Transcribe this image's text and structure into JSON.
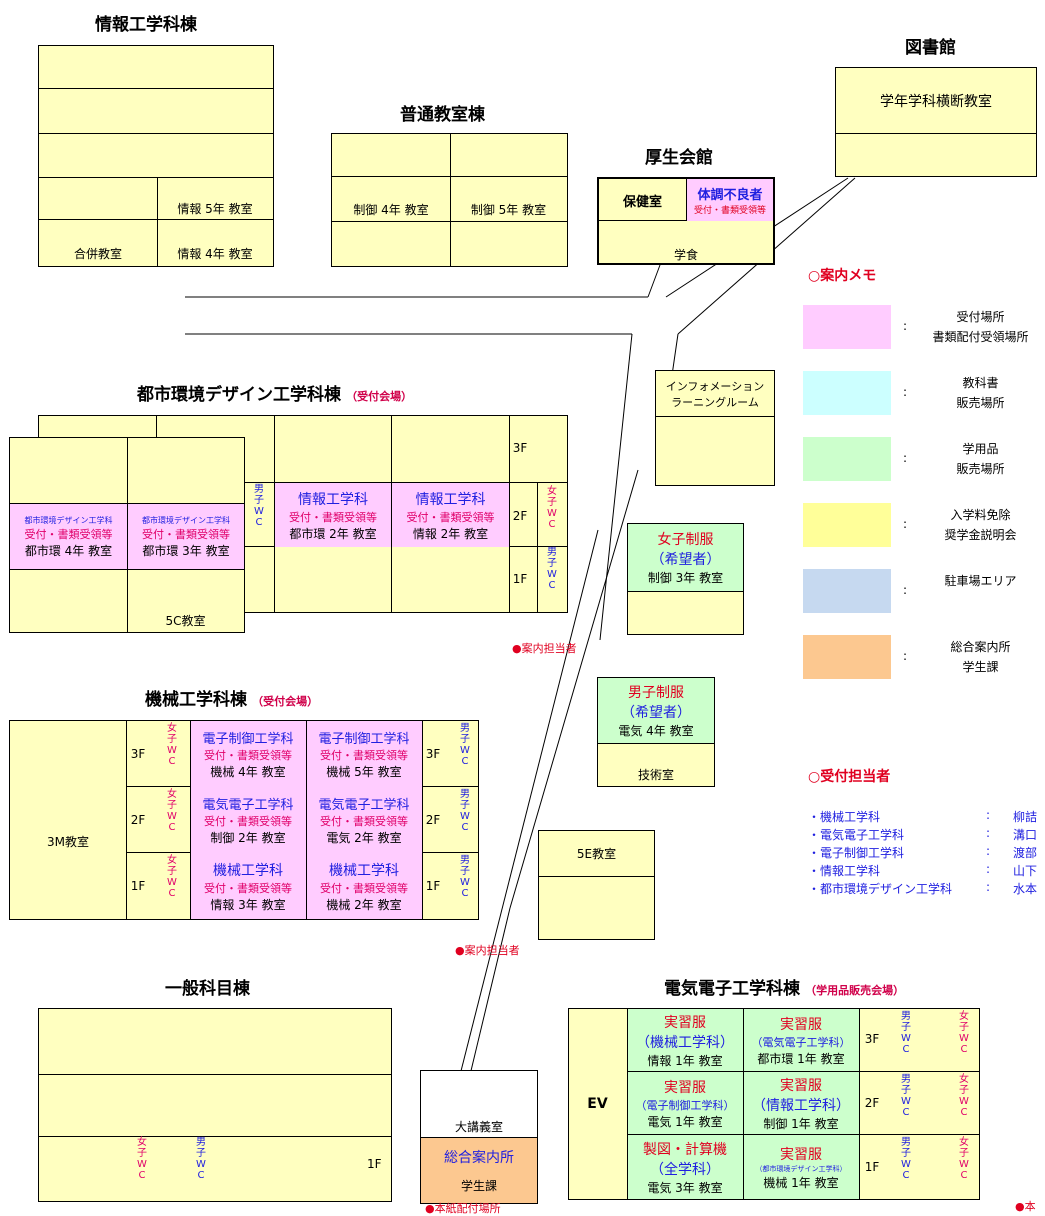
{
  "buildings": {
    "info": {
      "title": "情報工学科棟",
      "r4": "情報 5年 教室",
      "r5a": "合併教室",
      "r5b": "情報 4年 教室"
    },
    "general": {
      "title": "普通教室棟",
      "c1": "制御 4年 教室",
      "c2": "制御 5年 教室"
    },
    "library": {
      "title": "図書館",
      "room": "学年学科横断教室"
    },
    "welfare": {
      "title": "厚生会館",
      "health": "保健室",
      "sick": "体調不良者",
      "sick_sub": "受付・書類受領等",
      "cafeteria": "学食"
    },
    "urban": {
      "title": "都市環境デザイン工学科棟",
      "note": "（受付会場）",
      "f3": "3F",
      "f2": "2F",
      "f1": "1F",
      "dept_small": "都市環境デザイン工学科",
      "reception": "受付・書類受領等",
      "room4": "都市環 4年 教室",
      "room3": "都市環 3年 教室",
      "room5c": "5C教室",
      "info_dept": "情報工学科",
      "room_u2": "都市環 2年 教室",
      "room_i2": "情報 2年 教室"
    },
    "info_lr": {
      "line1": "インフォメーション",
      "line2": "ラーニングルーム"
    },
    "girls_uniform": {
      "title": "女子制服",
      "sub": "（希望者）",
      "room": "制御 3年 教室"
    },
    "boys_uniform": {
      "title": "男子制服",
      "sub": "（希望者）",
      "room": "電気 4年 教室",
      "tech": "技術室"
    },
    "mech": {
      "title": "機械工学科棟",
      "note": "（受付会場）",
      "m3": "3M教室",
      "f3": "3F",
      "f2": "2F",
      "f1": "1F",
      "dept_ec": "電子制御工学科",
      "dept_ee": "電気電子工学科",
      "dept_me": "機械工学科",
      "reception": "受付・書類受領等",
      "r_m4": "機械 4年 教室",
      "r_m5": "機械 5年 教室",
      "r_c2": "制御 2年 教室",
      "r_e2": "電気 2年 教室",
      "r_i3": "情報 3年 教室",
      "r_m2": "機械 2年 教室"
    },
    "e5": {
      "title": "5E教室"
    },
    "general_subjects": {
      "title": "一般科目棟",
      "f1": "1F"
    },
    "lecture": {
      "title": "大講義室",
      "info": "総合案内所",
      "sub": "学生課"
    },
    "elec": {
      "title": "電気電子工学科棟",
      "note": "（学用品販売会場）",
      "ev": "EV",
      "f3": "3F",
      "f2": "2F",
      "f1": "1F",
      "uniform": "実習服",
      "drawing": "製図・計算機",
      "dept_mech": "（機械工学科）",
      "dept_ee": "（電気電子工学科）",
      "dept_ec": "（電子制御工学科）",
      "dept_info": "（情報工学科）",
      "dept_all": "（全学科）",
      "dept_urban": "（都市環境デザイン工学科）",
      "r_i1": "情報 1年 教室",
      "r_u1": "都市環 1年 教室",
      "r_e1": "電気 1年 教室",
      "r_c1": "制御 1年 教室",
      "r_e3": "電気 3年 教室",
      "r_m1": "機械 1年 教室"
    }
  },
  "wc": {
    "girls": [
      "女",
      "子",
      "W",
      "C"
    ],
    "boys": [
      "男",
      "子",
      "W",
      "C"
    ]
  },
  "staff_notes": {
    "guide": "●案内担当者",
    "bottom": "●本紙配付場所",
    "edge": "●本"
  },
  "legend": {
    "title": "○案内メモ",
    "items": [
      {
        "color": "#ffccff",
        "sep": ":",
        "l1": "受付場所",
        "l2": "書類配付受領場所"
      },
      {
        "color": "#ccffff",
        "sep": ":",
        "l1": "教科書",
        "l2": "販売場所"
      },
      {
        "color": "#ccffcc",
        "sep": ":",
        "l1": "学用品",
        "l2": "販売場所"
      },
      {
        "color": "#ffff99",
        "sep": ":",
        "l1": "入学料免除",
        "l2": "奨学金説明会"
      },
      {
        "color": "#c6d9f0",
        "sep": ":",
        "l1": "駐車場エリア",
        "l2": ""
      },
      {
        "color": "#fcc890",
        "sep": ":",
        "l1": "総合案内所",
        "l2": "学生課"
      }
    ]
  },
  "staff": {
    "title": "○受付担当者",
    "rows": [
      {
        "dept": "・機械工学科",
        "sep": ":",
        "name": "柳詰"
      },
      {
        "dept": "・電気電子工学科",
        "sep": ":",
        "name": "溝口"
      },
      {
        "dept": "・電子制御工学科",
        "sep": ":",
        "name": "渡部"
      },
      {
        "dept": "・情報工学科",
        "sep": ":",
        "name": "山下"
      },
      {
        "dept": "・都市環境デザイン工学科",
        "sep": ":",
        "name": "水本"
      }
    ]
  }
}
